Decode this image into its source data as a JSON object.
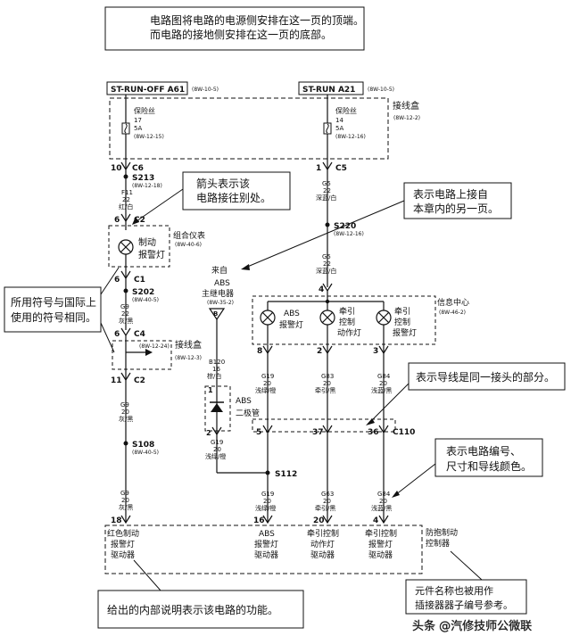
{
  "callouts": {
    "top_line1": "电路图将电路的电源侧安排在这一页的顶端。",
    "top_line2": "而电路的接地侧安排在这一页的底部。",
    "arrow_line1": "箭头表示该",
    "arrow_line2": "电路接往别处。",
    "symbols_line1": "所用符号与国际上",
    "symbols_line2": "使用的符号相同。",
    "chapter_line1": "表示电路上接自",
    "chapter_line2": "本章内的另一页。",
    "splice": "表示导线是同一接头的部分。",
    "wire_line1": "表示电路编号、",
    "wire_line2": "尺寸和导线颜色。",
    "function": "给出的内部说明表示该电路的功能。",
    "name_line1": "元件名称也被用作",
    "name_line2": "插接器器子编号参考。"
  },
  "power": {
    "left_label": "ST-RUN-OFF A61",
    "left_ref": "(8W-10-5)",
    "right_label": "ST-RUN A21",
    "right_ref": "(8W-10-5)"
  },
  "fuses": {
    "box_label": "接线盒",
    "box_ref": "(8W-12-2)",
    "left": {
      "name": "保险丝",
      "num": "17",
      "amp": "5A",
      "ref": "(8W-12-15)"
    },
    "right": {
      "name": "保险丝",
      "num": "14",
      "amp": "5A",
      "ref": "(8W-12-16)"
    }
  },
  "left_circuit": {
    "c6_pin": "10",
    "c6": "C6",
    "s213": "S213",
    "s213_ref": "(8W-12-18)",
    "f11": "F11",
    "f11_g": "22",
    "f11_c": "红/白",
    "c2_pin": "6",
    "c2": "C2",
    "cluster": "组合仪表",
    "cluster_ref": "(8W-40-6)",
    "lamp_line1": "制动",
    "lamp_line2": "报警灯",
    "c1_pin": "6",
    "c1": "C1",
    "s202": "S202",
    "s202_ref": "(8W-40-5)",
    "g9a": "G9",
    "g9a_g": "22",
    "g9a_c": "灰/黑",
    "c4_pin": "6",
    "c4": "C4",
    "jb_ref": "(8W-12-24)",
    "jb": "接线盒",
    "jb_ref2": "(8W-12-3)",
    "c2b_pin": "11",
    "c2b": "C2",
    "g9b": "G9",
    "g9b_g": "20",
    "g9b_c": "灰/黑",
    "s108": "S108",
    "s108_ref": "(8W-40-5)",
    "g9c": "G9",
    "g9c_g": "20",
    "g9c_c": "灰/黑",
    "pin18": "18"
  },
  "right_circuit": {
    "c5_pin": "1",
    "c5": "C5",
    "g5a": "G5",
    "g5a_g": "22",
    "g5a_c": "深蓝/白",
    "s220": "S220",
    "s220_ref": "(8W-12-16)",
    "g5b": "G5",
    "g5b_g": "22",
    "g5b_c": "深蓝/白",
    "pin4": "4",
    "info": "信息中心",
    "info_ref": "(8W-46-2)",
    "lamp_abs_1": "ABS",
    "lamp_abs_2": "报警灯",
    "lamp_tc_1": "牵引",
    "lamp_tc_2": "控制",
    "lamp_tc_3": "动作灯",
    "lamp_tcw_1": "牵引",
    "lamp_tcw_2": "控制",
    "lamp_tcw_3": "报警灯",
    "pin8": "8",
    "pin2": "2",
    "pin3": "3",
    "g19": "G19",
    "g19_g": "20",
    "g19_c": "浅绿/橙",
    "g83": "G83",
    "g83_g": "20",
    "g83_c": "牵引/黑",
    "g84": "G84",
    "g84_g": "20",
    "g84_c": "浅蓝/黑",
    "c110_5": "5",
    "c110_37": "37",
    "c110_36": "36",
    "c110": "C110",
    "g19b": "G19",
    "g19b_g": "20",
    "g19b_c": "浅绿/橙",
    "g63": "G63",
    "g63_g": "20",
    "g63_c": "牵引/黑",
    "g84b": "G84",
    "g84b_g": "20",
    "g84b_c": "浅蓝/黑",
    "pin16": "16",
    "pin20": "20",
    "pin4b": "4"
  },
  "relay": {
    "from": "来自",
    "abs": "ABS",
    "name": "主继电器",
    "ref": "(8W-35-2)",
    "b": "B",
    "b120": "B120",
    "b120_g": "16",
    "b120_c": "棕/白",
    "diode_1": "ABS",
    "diode_2": "二极管",
    "pin1": "1",
    "pin2": "2",
    "g19": "G19",
    "g19_g": "20",
    "g19_c": "浅绿/橙",
    "s112": "S112"
  },
  "module": {
    "line1": "防抱制动",
    "line2": "控制器",
    "d1_1": "红色制动",
    "d1_2": "报警灯",
    "d1_3": "驱动器",
    "d2_1": "ABS",
    "d2_2": "报警灯",
    "d2_3": "驱动器",
    "d3_1": "牵引控制",
    "d3_2": "动作灯",
    "d3_3": "驱动器",
    "d4_1": "牵引控制",
    "d4_2": "报警灯",
    "d4_3": "驱动器"
  },
  "watermark": "头条 @汽修技师公微联"
}
